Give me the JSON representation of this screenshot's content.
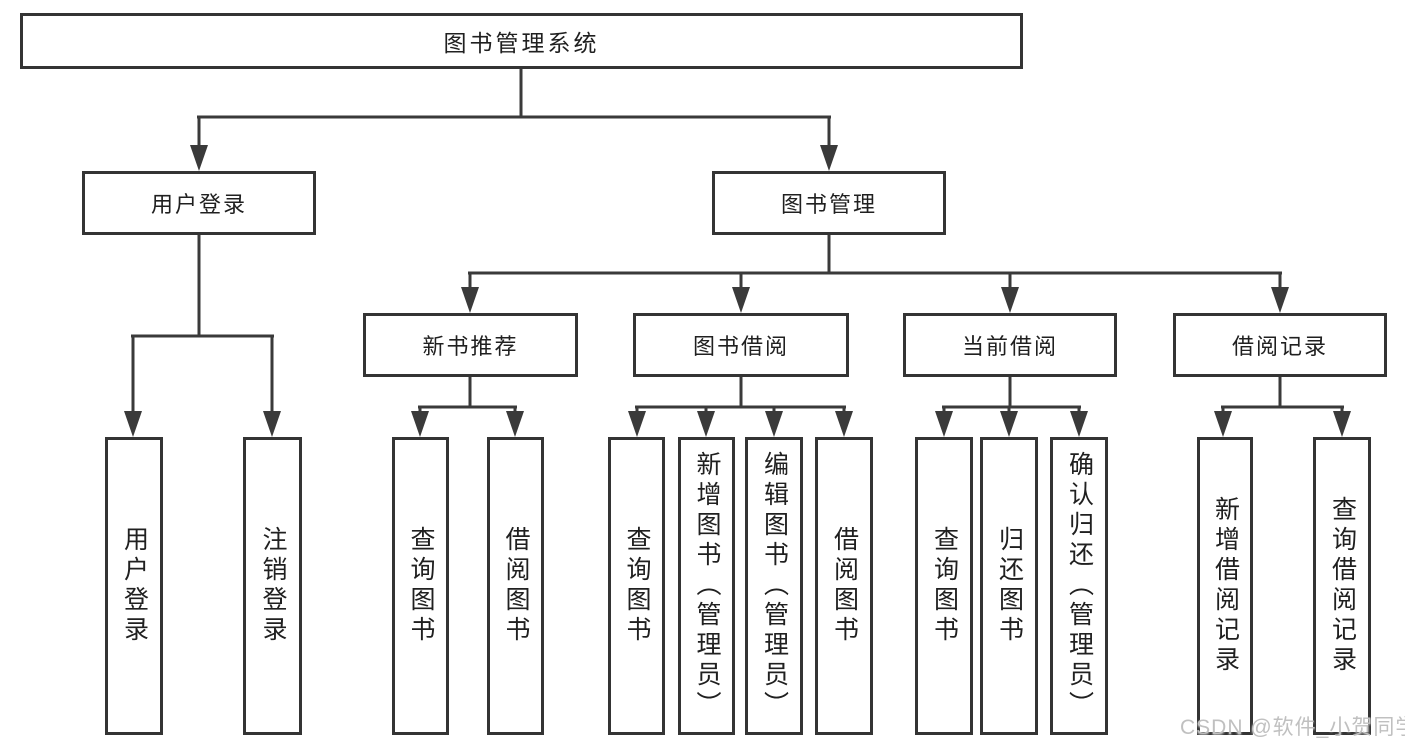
{
  "diagram": {
    "root_label": "图书管理系统",
    "level2": [
      "用户登录",
      "图书管理"
    ],
    "level3": [
      "新书推荐",
      "图书借阅",
      "当前借阅",
      "借阅记录"
    ],
    "leaves": {
      "user_login": [
        "用户登录",
        "注销登录"
      ],
      "new_book_recommend": [
        "查询图书",
        "借阅图书"
      ],
      "book_borrow": [
        "查询图书",
        "新增图书（管理员）",
        "编辑图书（管理员）",
        "借阅图书"
      ],
      "current_borrow": [
        "查询图书",
        "归还图书",
        "确认归还（管理员）"
      ],
      "borrow_record": [
        "新增借阅记录",
        "查询借阅记录"
      ]
    }
  },
  "watermark": {
    "text": "CSDN @软件_小贺同学"
  },
  "colors": {
    "line": "#3a3a3a",
    "box_border": "#343434",
    "text": "#202020",
    "background": "#ffffff",
    "watermark": "#c0c0c0"
  }
}
